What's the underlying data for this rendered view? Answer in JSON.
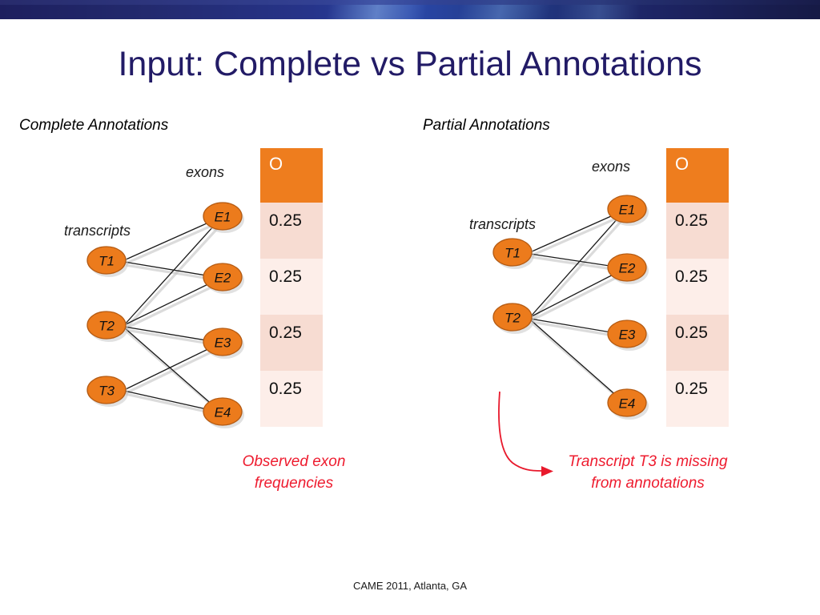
{
  "slide": {
    "title": "Input: Complete vs Partial Annotations",
    "footer": "CAME 2011, Atlanta, GA"
  },
  "panels": {
    "left": {
      "heading": "Complete  Annotations",
      "exons_label": "exons",
      "transcripts_label": "transcripts",
      "transcripts": [
        "T1",
        "T2",
        "T3"
      ],
      "exons": [
        "E1",
        "E2",
        "E3",
        "E4"
      ],
      "edges": [
        "T1-E1",
        "T1-E2",
        "T2-E1",
        "T2-E2",
        "T2-E3",
        "T2-E4",
        "T3-E3",
        "T3-E4"
      ],
      "table": {
        "header": "O",
        "values": [
          "0.25",
          "0.25",
          "0.25",
          "0.25"
        ]
      },
      "note_line1": "Observed exon",
      "note_line2": "frequencies"
    },
    "right": {
      "heading": "Partial Annotations",
      "exons_label": "exons",
      "transcripts_label": "transcripts",
      "transcripts": [
        "T1",
        "T2"
      ],
      "exons": [
        "E1",
        "E2",
        "E3",
        "E4"
      ],
      "edges": [
        "T1-E1",
        "T1-E2",
        "T2-E1",
        "T2-E2",
        "T2-E3",
        "T2-E4"
      ],
      "table": {
        "header": "O",
        "values": [
          "0.25",
          "0.25",
          "0.25",
          "0.25"
        ]
      },
      "note_line1": "Transcript T3 is missing",
      "note_line2": "from annotations"
    }
  },
  "colors": {
    "node_fill": "#ec7b1c",
    "node_stroke": "#b45a12",
    "table_header": "#ee7d1e",
    "table_row_a": "#f7dcd2",
    "table_row_b": "#fdeee9",
    "title": "#221b66",
    "annotation_red": "#ee1b2e",
    "banner": "#232a6e"
  },
  "chart_data": {
    "type": "table",
    "title": "Observed exon frequencies",
    "columns": [
      "O"
    ],
    "rows": [
      {
        "exon": "E1",
        "O": 0.25
      },
      {
        "exon": "E2",
        "O": 0.25
      },
      {
        "exon": "E3",
        "O": 0.25
      },
      {
        "exon": "E4",
        "O": 0.25
      }
    ],
    "graphs": [
      {
        "name": "Complete Annotations",
        "left_nodes": [
          "T1",
          "T2",
          "T3"
        ],
        "right_nodes": [
          "E1",
          "E2",
          "E3",
          "E4"
        ],
        "edges": [
          [
            "T1",
            "E1"
          ],
          [
            "T1",
            "E2"
          ],
          [
            "T2",
            "E1"
          ],
          [
            "T2",
            "E2"
          ],
          [
            "T2",
            "E3"
          ],
          [
            "T2",
            "E4"
          ],
          [
            "T3",
            "E3"
          ],
          [
            "T3",
            "E4"
          ]
        ]
      },
      {
        "name": "Partial Annotations",
        "left_nodes": [
          "T1",
          "T2"
        ],
        "right_nodes": [
          "E1",
          "E2",
          "E3",
          "E4"
        ],
        "edges": [
          [
            "T1",
            "E1"
          ],
          [
            "T1",
            "E2"
          ],
          [
            "T2",
            "E1"
          ],
          [
            "T2",
            "E2"
          ],
          [
            "T2",
            "E3"
          ],
          [
            "T2",
            "E4"
          ]
        ]
      }
    ]
  }
}
